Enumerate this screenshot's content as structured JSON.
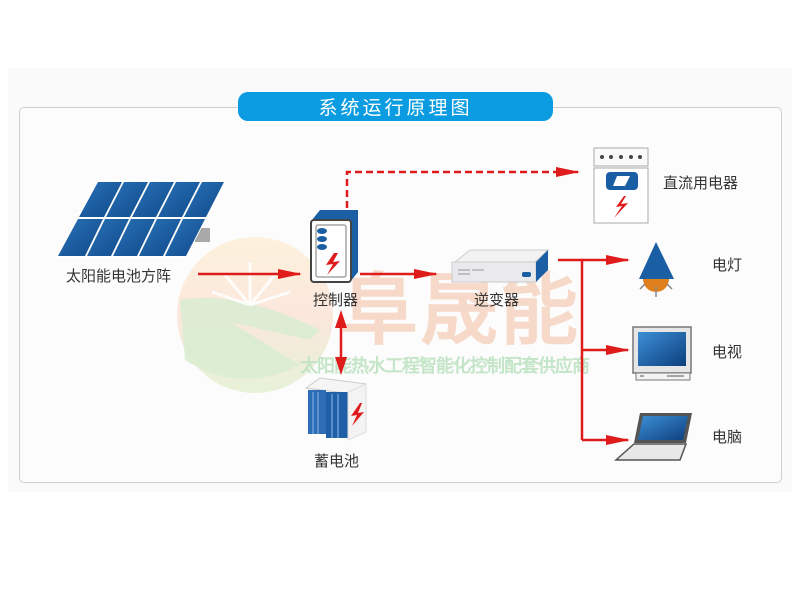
{
  "title": "系统运行原理图",
  "components": {
    "solar_array": "太阳能电池方阵",
    "controller": "控制器",
    "inverter": "逆变器",
    "battery": "蓄电池",
    "dc_appliance": "直流用电器",
    "lamp": "电灯",
    "tv": "电视",
    "computer": "电脑"
  },
  "watermark": {
    "brand": "阜晟能",
    "tagline": "太阳能热水工程智能化控制配套供应商"
  },
  "colors": {
    "accent_blue": "#0a9be0",
    "device_blue": "#1a5fa3",
    "arrow_red": "#e01b1b",
    "frame_grey": "#cfcfcf"
  },
  "connections": [
    {
      "from": "solar_array",
      "to": "controller",
      "style": "solid"
    },
    {
      "from": "controller",
      "to": "inverter",
      "style": "solid"
    },
    {
      "from": "controller",
      "to": "dc_appliance",
      "style": "dashed"
    },
    {
      "from": "controller",
      "to": "battery",
      "style": "bidirectional"
    },
    {
      "from": "inverter",
      "to": "lamp",
      "style": "solid"
    },
    {
      "from": "inverter",
      "to": "tv",
      "style": "solid"
    },
    {
      "from": "inverter",
      "to": "computer",
      "style": "solid"
    }
  ]
}
